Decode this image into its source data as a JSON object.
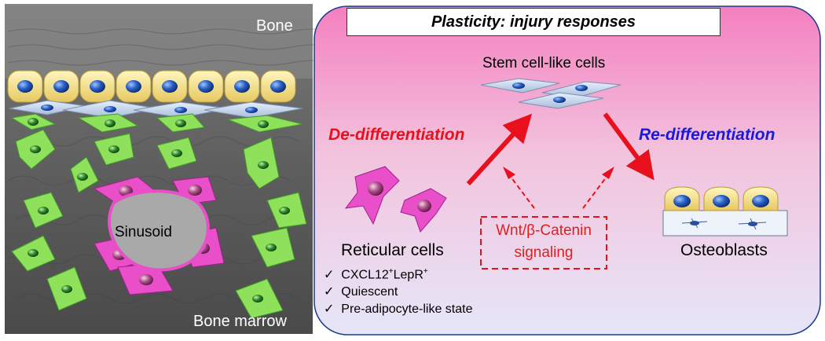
{
  "left_panel": {
    "bone_label": "Bone",
    "sinusoid_label": "Sinusoid",
    "marrow_label": "Bone marrow"
  },
  "right_panel": {
    "title": "Plasticity: injury responses",
    "stem_label": "Stem cell-like cells",
    "dedifferentiation_label": "De-differentiation",
    "redifferentiation_label": "Re-differentiation",
    "reticular_label": "Reticular cells",
    "reticular_traits": [
      {
        "base": "CXCL12",
        "sup1": "+",
        "mid": "LepR",
        "sup2": "+"
      },
      {
        "base": "Quiescent"
      },
      {
        "base": "Pre-adipocyte-like state"
      }
    ],
    "checkmark": "✓",
    "signaling_line1": "Wnt/β-Catenin",
    "signaling_line2": "signaling",
    "osteoblasts_label": "Osteoblasts"
  },
  "colors": {
    "dediff_red": "#e8101c",
    "rediff_blue": "#1a1adc",
    "arrow_red": "#e8101c",
    "panel_top": "#f47fc0",
    "panel_bottom": "#e6e6f8"
  }
}
